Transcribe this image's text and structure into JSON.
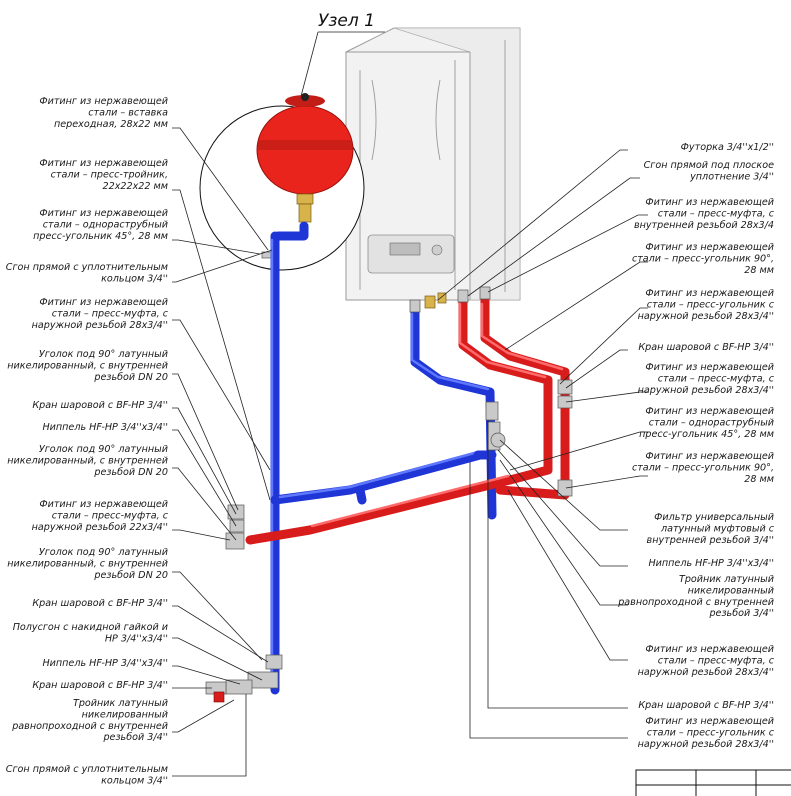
{
  "title": "Узел 1",
  "labels_left": [
    {
      "lines": [
        "Фитинг из нержавеющей",
        "стали – вставка",
        "переходная, 28x22 мм"
      ]
    },
    {
      "lines": [
        "Фитинг из нержавеющей",
        "стали – пресс-тройник,",
        "22x22x22 мм"
      ]
    },
    {
      "lines": [
        "Фитинг из нержавеющей",
        "стали – однораструбный",
        "пресс-угольник 45°, 28 мм"
      ]
    },
    {
      "lines": [
        "Сгон прямой с уплотнительным",
        "кольцом 3/4''"
      ]
    },
    {
      "lines": [
        "Фитинг из нержавеющей",
        "стали – пресс-муфта, с",
        "наружной резьбой 28x3/4''"
      ]
    },
    {
      "lines": [
        "Уголок под 90° латунный",
        "никелированный, с внутренней",
        "резьбой DN 20"
      ]
    },
    {
      "lines": [
        "Кран шаровой с BF-HP 3/4''"
      ]
    },
    {
      "lines": [
        "Ниппель HF-HP 3/4''x3/4''"
      ]
    },
    {
      "lines": [
        "Уголок под 90° латунный",
        "никелированный, с внутренней",
        "резьбой DN 20"
      ]
    },
    {
      "lines": [
        "Фитинг из нержавеющей",
        "стали – пресс-муфта, с",
        "наружной резьбой 22x3/4''"
      ]
    },
    {
      "lines": [
        "Уголок под 90° латунный",
        "никелированный, с внутренней",
        "резьбой DN 20"
      ]
    },
    {
      "lines": [
        "Кран шаровой с BF-HP 3/4''"
      ]
    },
    {
      "lines": [
        "Полусгон с накидной гайкой и",
        "HP 3/4''x3/4''"
      ]
    },
    {
      "lines": [
        "Ниппель HF-HP 3/4''x3/4''"
      ]
    },
    {
      "lines": [
        "Кран шаровой с BF-HP 3/4''"
      ]
    },
    {
      "lines": [
        "Тройник латунный",
        "никелированный",
        "равнопроходной с внутренней",
        "резьбой 3/4''"
      ]
    },
    {
      "lines": [
        "Сгон прямой с уплотнительным",
        "кольцом 3/4''"
      ]
    }
  ],
  "labels_right": [
    {
      "lines": [
        "Футорка 3/4''x1/2''"
      ]
    },
    {
      "lines": [
        "Сгон прямой под плоское",
        "уплотнение 3/4''"
      ]
    },
    {
      "lines": [
        "Фитинг из нержавеющей",
        "стали – пресс-муфта, с",
        "внутренней резьбой 28x3/4"
      ]
    },
    {
      "lines": [
        "Фитинг из нержавеющей",
        "стали – пресс-угольник 90°,",
        "28 мм"
      ]
    },
    {
      "lines": [
        "Фитинг из нержавеющей",
        "стали – пресс-угольник с",
        "наружной резьбой 28x3/4''"
      ]
    },
    {
      "lines": [
        "Кран шаровой с BF-HP 3/4''"
      ]
    },
    {
      "lines": [
        "Фитинг из нержавеющей",
        "стали – пресс-муфта, с",
        "наружной резьбой 28x3/4''"
      ]
    },
    {
      "lines": [
        "Фитинг из нержавеющей",
        "стали – однораструбный",
        "пресс-угольник 45°, 28 мм"
      ]
    },
    {
      "lines": [
        "Фитинг из нержавеющей",
        "стали – пресс-угольник 90°,",
        "28 мм"
      ]
    },
    {
      "lines": [
        "Фильтр универсальный",
        "латунный муфтовый с",
        "внутренней резьбой 3/4''"
      ]
    },
    {
      "lines": [
        "Ниппель HF-HP 3/4''x3/4''"
      ]
    },
    {
      "lines": [
        "Тройник латунный",
        "никелированный",
        "равнопроходной с внутренней",
        "резьбой 3/4''"
      ]
    },
    {
      "lines": [
        "Фитинг из нержавеющей",
        "стали – пресс-муфта, с",
        "наружной резьбой 28x3/4''"
      ]
    },
    {
      "lines": [
        "Кран шаровой с BF-HP 3/4''"
      ]
    },
    {
      "lines": [
        "Фитинг из нержавеющей",
        "стали – пресс-угольник с",
        "наружной резьбой 28x3/4''"
      ]
    }
  ],
  "colors": {
    "supply_pipe": "#d81c1c",
    "return_pipe": "#1f35d6",
    "expansion_tank": "#e8241c",
    "boiler_outline": "#9a9a9a",
    "text": "#1a1a1a"
  }
}
